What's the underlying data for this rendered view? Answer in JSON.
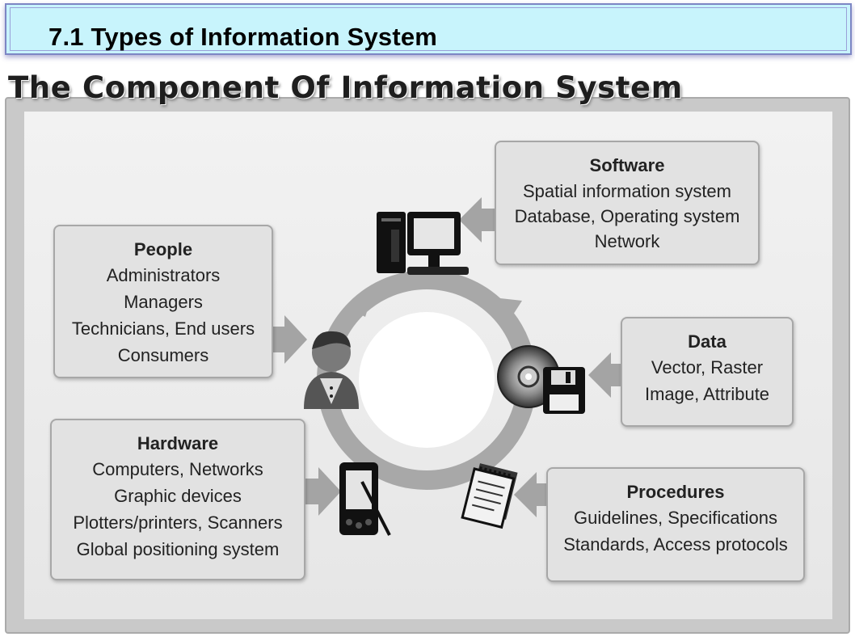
{
  "header": {
    "title": "7.1  Types of Information System"
  },
  "slide_title": "The Component Of  Information System",
  "components": {
    "software": {
      "title": "Software",
      "lines": [
        "Spatial information system",
        "Database, Operating system",
        "Network"
      ]
    },
    "people": {
      "title": "People",
      "lines": [
        "Administrators",
        "Managers",
        "Technicians, End users",
        "Consumers"
      ]
    },
    "data": {
      "title": "Data",
      "lines": [
        "Vector, Raster",
        "Image, Attribute"
      ]
    },
    "hardware": {
      "title": "Hardware",
      "lines": [
        "Computers, Networks",
        "Graphic devices",
        "Plotters/printers, Scanners",
        "Global positioning system"
      ]
    },
    "procedures": {
      "title": "Procedures",
      "lines": [
        "Guidelines, Specifications",
        "Standards, Access protocols"
      ]
    }
  },
  "icons": [
    "computer-icon",
    "person-icon",
    "disc-floppy-icon",
    "pda-icon",
    "notepad-icon"
  ],
  "colors": {
    "header_bg": "#c8f4fc",
    "box_bg": "#e2e2e2",
    "ring": "#a8a8a8"
  }
}
